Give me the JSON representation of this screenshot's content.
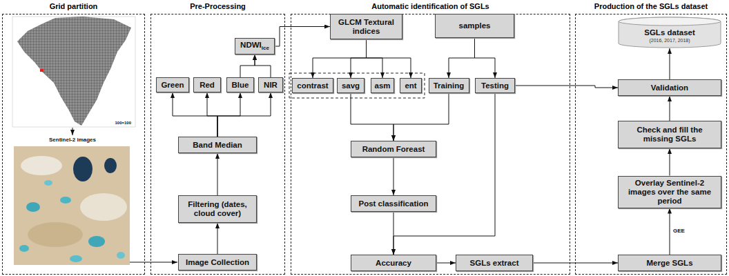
{
  "diagram": {
    "nodes": [
      {
        "text": [
          "Grid partition"
        ]
      },
      {
        "text": [
          "Pre-Processing"
        ]
      },
      {
        "text": [
          "Automatic identification of SGLs"
        ]
      },
      {
        "text": [
          "Production of the SGLs dataset"
        ]
      },
      {
        "text": [
          "Image Collection"
        ],
        "in": 1
      },
      {
        "text": [
          "Filtering (dates, cloud cover)"
        ],
        "in": 1
      },
      {
        "text": [
          "Band Median"
        ],
        "in": 1
      },
      {
        "text": [
          "Green"
        ],
        "in": 1
      },
      {
        "text": [
          "Red"
        ],
        "in": 1
      },
      {
        "text": [
          "Blue"
        ],
        "in": 1
      },
      {
        "text": [
          "NIR"
        ],
        "in": 1
      },
      {
        "text": [
          "NDWI",
          "ice"
        ],
        "in": 1
      },
      {
        "text": [
          "GLCM Textural indices"
        ],
        "in": 2
      },
      {
        "text": [
          "samples"
        ],
        "in": 2
      },
      {
        "text": [
          "contrast"
        ],
        "in": 2
      },
      {
        "text": [
          "savg"
        ],
        "in": 2
      },
      {
        "text": [
          "asm"
        ],
        "in": 2
      },
      {
        "text": [
          "ent"
        ],
        "in": 2
      },
      {
        "text": [
          "Training"
        ],
        "in": 2
      },
      {
        "text": [
          "Testing"
        ],
        "in": 2
      },
      {
        "text": [
          "Random Foreast"
        ],
        "in": 2
      },
      {
        "text": [
          "Post classification"
        ],
        "in": 2
      },
      {
        "text": [
          "Accuracy"
        ],
        "in": 2
      },
      {
        "text": [
          "SGLs extract"
        ],
        "in": 2
      },
      {
        "text": [
          "SGLs dataset",
          "(2016, 2017, 2018)"
        ],
        "in": 3
      },
      {
        "text": [
          "Validation"
        ],
        "in": 3
      },
      {
        "text": [
          "Check and fill the missing SGLs"
        ],
        "in": 3
      },
      {
        "text": [
          "Overlay Sentinel-2 images over the same period"
        ],
        "in": 3
      },
      {
        "text": [
          "Merge SGLs"
        ],
        "in": 3
      }
    ],
    "edges": [
      {
        "from": 4,
        "to": 5,
        "arrow": "to"
      },
      {
        "from": 5,
        "to": 6,
        "arrow": "to"
      },
      {
        "from": 6,
        "to": 7,
        "arrow": "to"
      },
      {
        "from": 6,
        "to": 8,
        "arrow": "to"
      },
      {
        "from": 6,
        "to": 9,
        "arrow": "to"
      },
      {
        "from": 6,
        "to": 10,
        "arrow": "to"
      },
      {
        "from": 9,
        "to": 11,
        "arrow": "to"
      },
      {
        "from": 10,
        "to": 11,
        "arrow": "to"
      },
      {
        "from": 11,
        "to": 12,
        "arrow": "to"
      },
      {
        "from": 12,
        "to": 14,
        "arrow": "to"
      },
      {
        "from": 12,
        "to": 15,
        "arrow": "to"
      },
      {
        "from": 12,
        "to": 16,
        "arrow": "to"
      },
      {
        "from": 12,
        "to": 17,
        "arrow": "to"
      },
      {
        "from": 13,
        "to": 18,
        "arrow": "to"
      },
      {
        "from": 13,
        "to": 19,
        "arrow": "to"
      },
      {
        "from": 15,
        "to": 20,
        "arrow": "to"
      },
      {
        "from": 18,
        "to": 20,
        "arrow": "to"
      },
      {
        "from": 20,
        "to": 21,
        "arrow": "to"
      },
      {
        "from": 21,
        "to": 22,
        "arrow": "to"
      },
      {
        "from": 19,
        "to": 22,
        "arrow": "to"
      },
      {
        "from": 19,
        "to": 25,
        "arrow": "to"
      },
      {
        "from": 22,
        "to": 23,
        "arrow": "to"
      },
      {
        "from": 23,
        "to": 28,
        "arrow": "to"
      },
      {
        "from": 28,
        "to": 27,
        "label": "GEE",
        "arrow": "to"
      },
      {
        "from": 27,
        "to": 26,
        "arrow": "to"
      },
      {
        "from": 26,
        "to": 25,
        "arrow": "to"
      },
      {
        "from": 25,
        "to": 24,
        "arrow": "to"
      }
    ],
    "labels": [
      "Sentinel-2 images",
      "100×100"
    ]
  }
}
